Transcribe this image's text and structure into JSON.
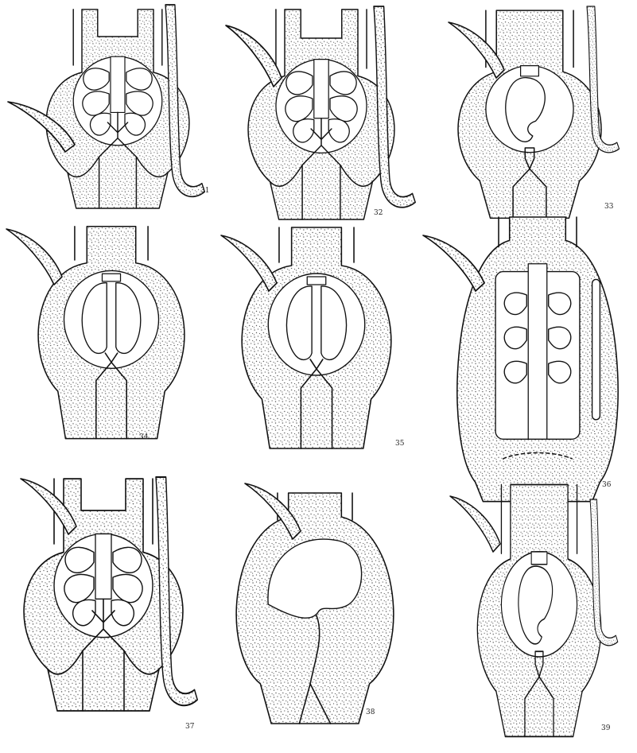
{
  "figures": [
    {
      "num": "31"
    },
    {
      "num": "32"
    },
    {
      "num": "33"
    },
    {
      "num": "34"
    },
    {
      "num": "35"
    },
    {
      "num": "36"
    },
    {
      "num": "37"
    },
    {
      "num": "38"
    },
    {
      "num": "39"
    }
  ]
}
